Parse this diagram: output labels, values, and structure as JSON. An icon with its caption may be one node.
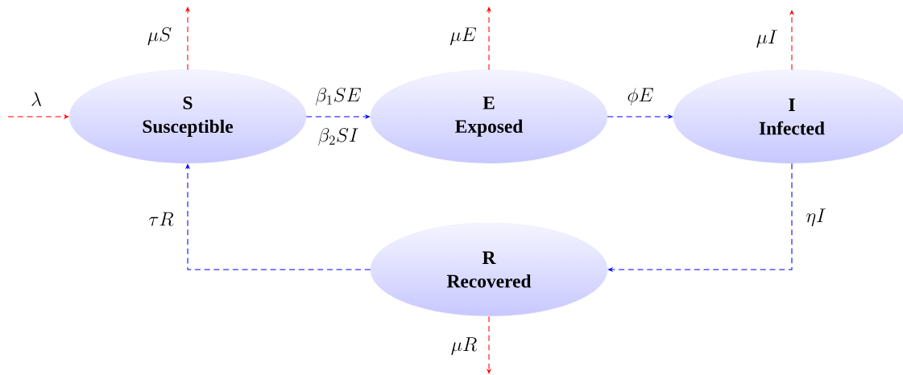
{
  "diagram": {
    "nodes": [
      {
        "text": [
          "S",
          "Susceptible"
        ]
      },
      {
        "text": [
          "E",
          "Exposed"
        ]
      },
      {
        "text": [
          "I",
          "Infected"
        ]
      },
      {
        "text": [
          "R",
          "Recovered"
        ]
      }
    ],
    "edges": [
      {
        "from": null,
        "to": 0,
        "arrow": "to",
        "label": "\\lambda",
        "style": "dashed"
      },
      {
        "from": 0,
        "to": null,
        "arrow": "to",
        "label": "\\mu S",
        "style": "dashed"
      },
      {
        "from": 1,
        "to": null,
        "arrow": "to",
        "label": "\\mu E",
        "style": "dashed"
      },
      {
        "from": 2,
        "to": null,
        "arrow": "to",
        "label": "\\mu I",
        "style": "dashed"
      },
      {
        "from": 3,
        "to": null,
        "arrow": "to",
        "label": "\\mu R",
        "style": "dashed"
      },
      {
        "from": 0,
        "to": 1,
        "arrow": "to",
        "label": "\\beta_1 SE",
        "style": "dashed",
        "color": "#0000ff"
      },
      {
        "from": 1,
        "to": 2,
        "arrow": "to",
        "label": "\\phi E",
        "style": "dashed",
        "color": "#0000ff"
      },
      {
        "from": 2,
        "to": 3,
        "arrow": "to",
        "label": "\\eta I",
        "style": "dashed",
        "color": "#0000ff"
      },
      {
        "from": 3,
        "to": 0,
        "arrow": "to",
        "label": "\\tau R",
        "style": "dashed",
        "color": "#0000ff"
      }
    ],
    "labels": [
      "\\beta_2 SI"
    ]
  }
}
